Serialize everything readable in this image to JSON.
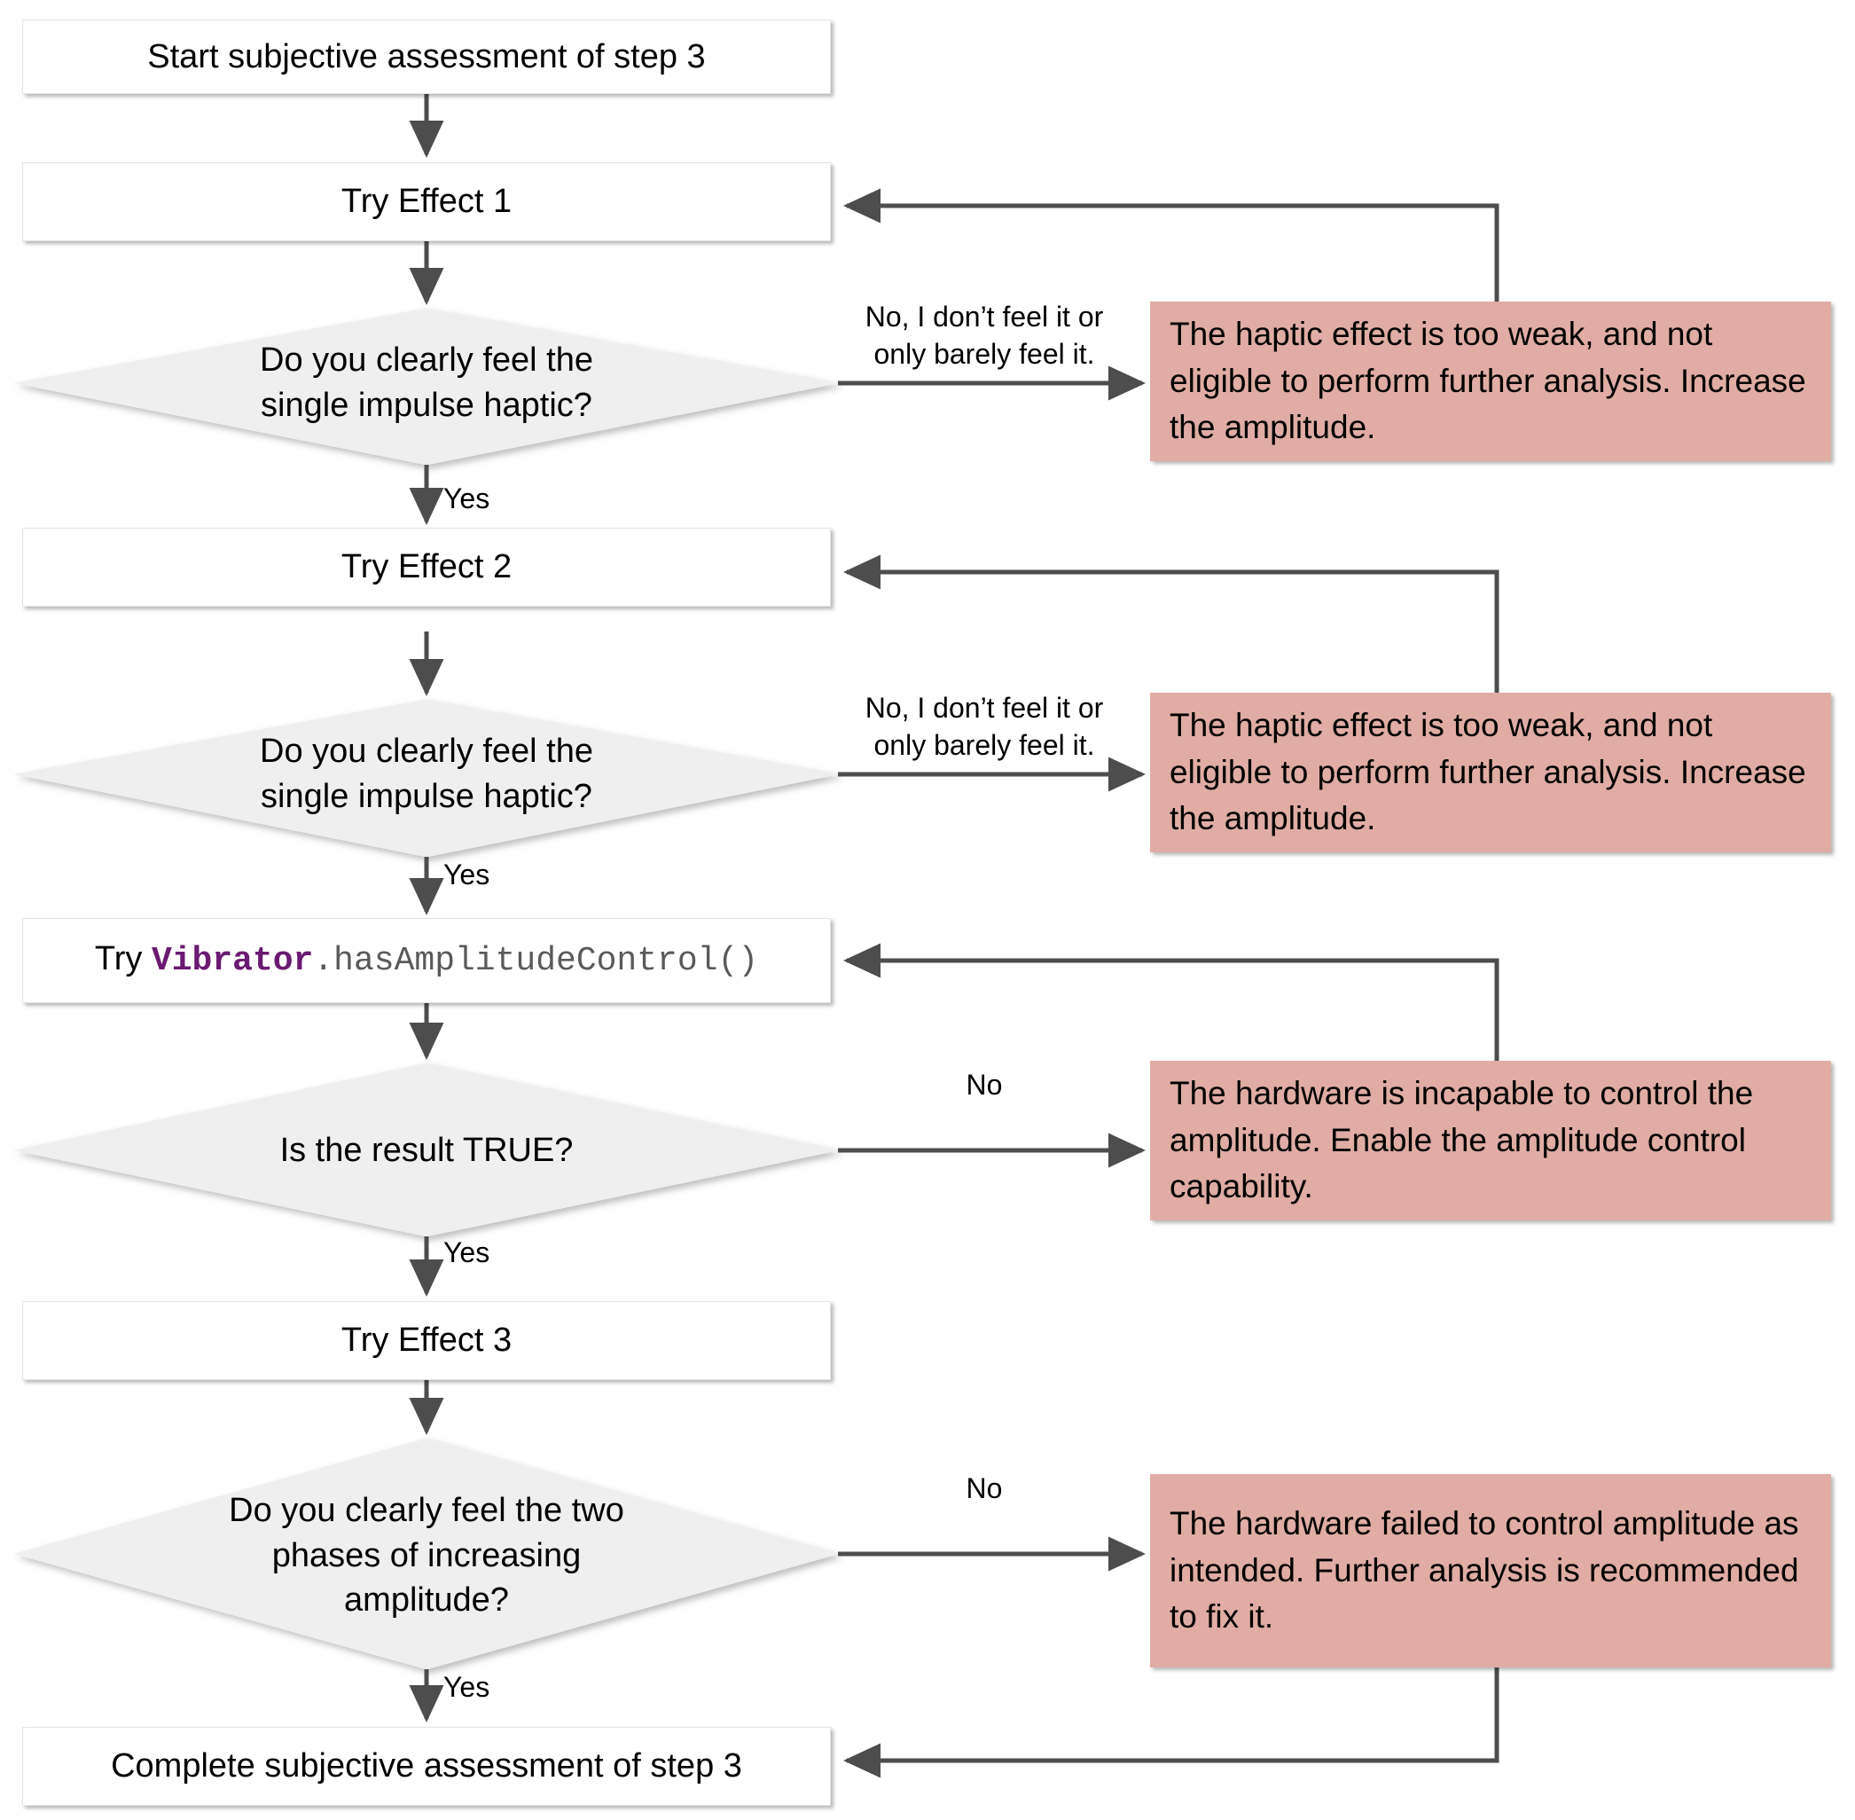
{
  "diagram": {
    "title": "Subjective assessment of step 3 flowchart",
    "colors": {
      "note_fill": "#e0aca4",
      "decision_fill": "#efefef",
      "process_fill": "#ffffff",
      "connector": "#4d4d4d",
      "code_class": "#6b1a73",
      "code_method": "#5a5a5a"
    },
    "nodes": {
      "start": {
        "label": "Start subjective assessment of step 3",
        "type": "process"
      },
      "try_effect_1": {
        "label": "Try Effect 1",
        "type": "process"
      },
      "decision_1": {
        "label": "Do you clearly feel the\nsingle impulse haptic?",
        "type": "decision"
      },
      "note_1": {
        "label": "The haptic effect is too weak, and not eligible to perform further analysis. Increase the amplitude.",
        "type": "note"
      },
      "try_effect_2": {
        "label": "Try Effect 2",
        "type": "process"
      },
      "decision_2": {
        "label": "Do you clearly feel the\nsingle impulse haptic?",
        "type": "decision"
      },
      "note_2": {
        "label": "The haptic effect is too weak, and not eligible to perform further analysis. Increase the amplitude.",
        "type": "note"
      },
      "try_vibrator": {
        "type": "process-code",
        "label": "Try Vibrator.hasAmplitudeControl()",
        "parts": {
          "prefix": "Try ",
          "class_name": "Vibrator",
          "method": ".hasAmplitudeControl()"
        }
      },
      "decision_3": {
        "label": "Is the result TRUE?",
        "type": "decision"
      },
      "note_3": {
        "label": "The hardware is incapable to control the amplitude. Enable the amplitude control capability.",
        "type": "note"
      },
      "try_effect_3": {
        "label": "Try Effect 3",
        "type": "process"
      },
      "decision_4": {
        "label": "Do you clearly feel the two\nphases of increasing\namplitude?",
        "type": "decision"
      },
      "note_4": {
        "label": "The hardware failed to control amplitude as intended. Further analysis is recommended to fix it.",
        "type": "note"
      },
      "complete": {
        "label": "Complete subjective assessment of step 3",
        "type": "process"
      }
    },
    "edge_labels": {
      "d1_no": "No, I don’t feel it or\nonly barely feel it.",
      "d1_yes": "Yes",
      "d2_no": "No, I don’t feel it or\nonly barely feel it.",
      "d2_yes": "Yes",
      "d3_no": "No",
      "d3_yes": "Yes",
      "d4_no": "No",
      "d4_yes": "Yes"
    }
  }
}
